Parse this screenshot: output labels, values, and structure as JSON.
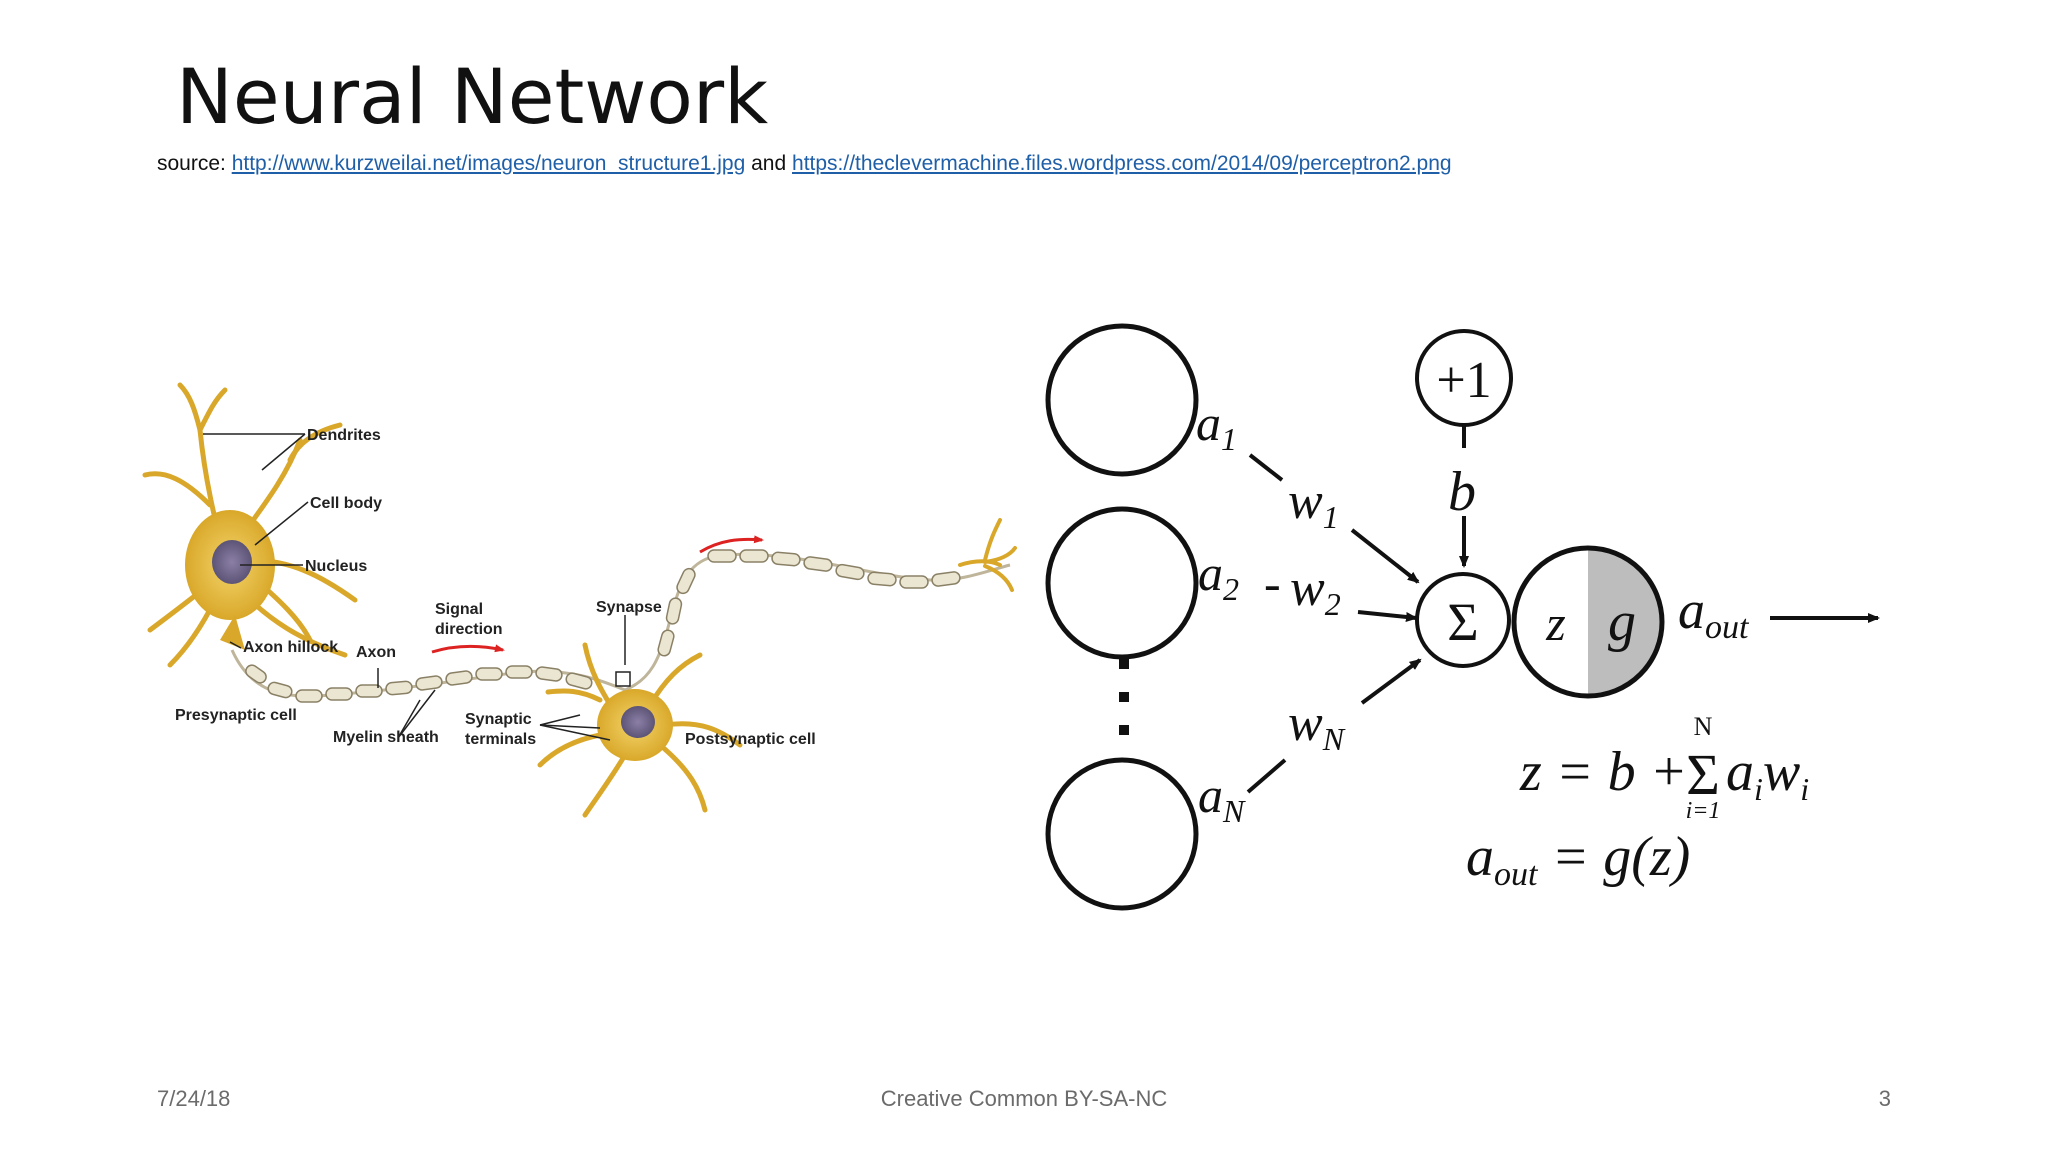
{
  "slide": {
    "title": "Neural Network",
    "source_prefix": "source: ",
    "source_link1": "http://www.kurzweilai.net/images/neuron_structure1.jpg",
    "source_and": " and ",
    "source_link2": "https://theclevermachine.files.wordpress.com/2014/09/perceptron2.png",
    "footer_date": "7/24/18",
    "footer_center": "Creative Common BY-SA-NC",
    "page_number": "3"
  },
  "neuron": {
    "dendrites": "Dendrites",
    "cell_body": "Cell body",
    "nucleus": "Nucleus",
    "axon_hillock": "Axon hillock",
    "axon": "Axon",
    "signal_direction_1": "Signal",
    "signal_direction_2": "direction",
    "synapse": "Synapse",
    "presynaptic_cell": "Presynaptic cell",
    "myelin_sheath": "Myelin sheath",
    "synaptic_terminals_1": "Synaptic",
    "synaptic_terminals_2": "terminals",
    "postsynaptic_cell": "Postsynaptic cell"
  },
  "perceptron": {
    "a": "a",
    "sub_1": "1",
    "sub_2": "2",
    "sub_N": "N",
    "w": "w",
    "dash": "-",
    "bias_node": "+1",
    "b": "b",
    "sigma": "Σ",
    "z": "z",
    "g": "g",
    "a_out_sub": "out",
    "eq1_lhs": "z = b + ",
    "sum_top": "N",
    "sum_bottom": "i=1",
    "eq1_a": "a",
    "eq1_i": "i",
    "eq1_w": "w",
    "eq2_rhs": " = g(z)",
    "colors": {
      "node_fill": "#ffffff",
      "stroke": "#111111",
      "g_shade": "#bdbdbd"
    }
  }
}
